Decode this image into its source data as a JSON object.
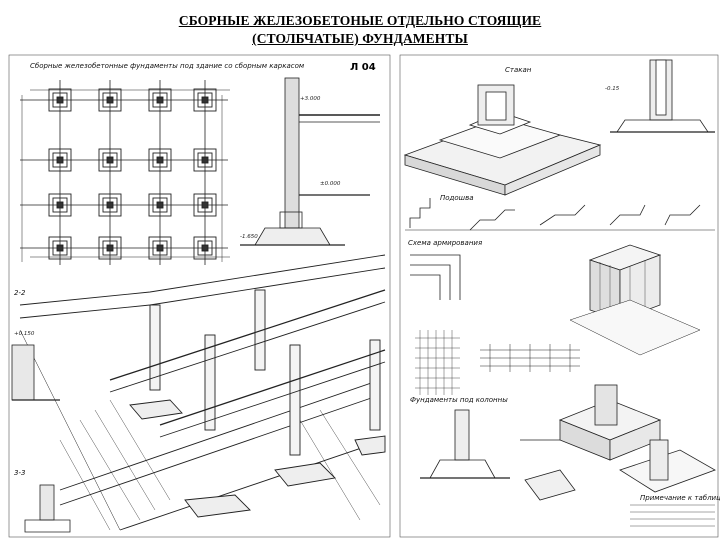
{
  "title": {
    "line1": "СБОРНЫЕ ЖЕЛЕЗОБЕТОНЫЕ ОТДЕЛЬНО СТОЯЩИЕ",
    "line2": "(СТОЛБЧАТЫЕ) ФУНДАМЕНТЫ"
  },
  "sheet": {
    "header": "Сборные железобетонные фундаменты под здание со сборным каркасом",
    "number": "Л 04"
  },
  "labels": {
    "armature": "Схема армирования",
    "glass": "Стакан",
    "sole": "Подошва",
    "under_columns": "Фундаменты под колонны",
    "section_22": "2-2",
    "section_33": "3-3",
    "note": "Примечание к таблице"
  }
}
